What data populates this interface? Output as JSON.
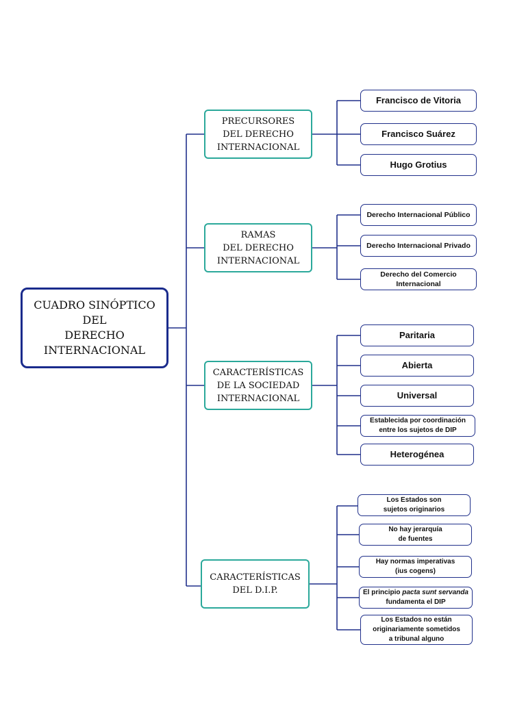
{
  "root": {
    "label": "CUADRO SINÓPTICO\nDEL\nDERECHO\nINTERNACIONAL"
  },
  "branches": [
    {
      "label": "PRECURSORES\nDEL DERECHO\nINTERNACIONAL",
      "items": [
        "Francisco de Vitoria",
        "Francisco Suárez",
        "Hugo Grotius"
      ]
    },
    {
      "label": "RAMAS\nDEL DERECHO\nINTERNACIONAL",
      "items": [
        "Derecho Internacional Público",
        "Derecho Internacional Privado",
        "Derecho del Comercio\nInternacional"
      ]
    },
    {
      "label": "CARACTERÍSTICAS\nDE LA SOCIEDAD\nINTERNACIONAL",
      "items": [
        "Paritaria",
        "Abierta",
        "Universal",
        "Establecida por coordinación\nentre los sujetos de DIP",
        "Heterogénea"
      ]
    },
    {
      "label": "CARACTERÍSTICAS\nDEL D.I.P.",
      "items": [
        "Los Estados son\nsujetos originarios",
        "No hay jerarquía\nde fuentes",
        "Hay normas imperativas",
        "(ius cogens)",
        "El principio ",
        "pacta sunt servanda",
        "fundamenta el DIP",
        "Los Estados no están\noriginariamente sometidos\na tribunal alguno"
      ]
    }
  ],
  "colors": {
    "root_border": "#1a2b8c",
    "category_border": "#2aa89a",
    "leaf_border": "#1f2f8a"
  }
}
